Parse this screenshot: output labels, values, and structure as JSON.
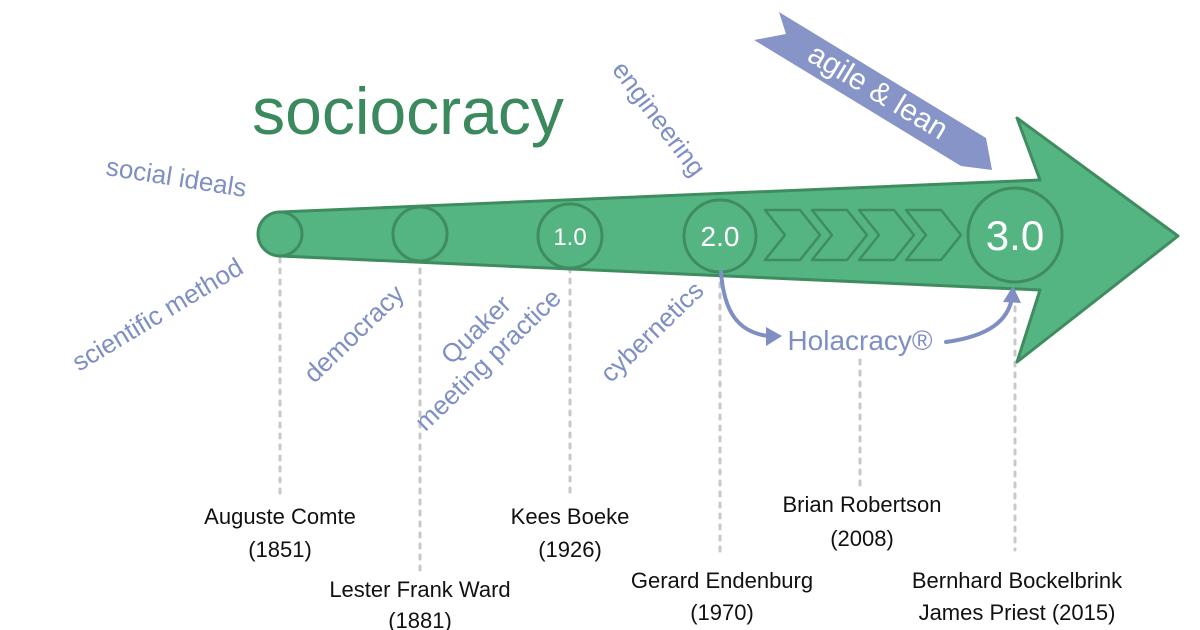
{
  "title": "sociocracy",
  "influences": {
    "social_ideals": "social ideals",
    "scientific_method": "scientific method",
    "democracy": "democracy",
    "quaker_line1": "Quaker",
    "quaker_line2": "meeting practice",
    "engineering": "engineering",
    "cybernetics": "cybernetics",
    "agile_lean": "agile & lean"
  },
  "versions": {
    "v1": "1.0",
    "v2": "2.0",
    "v3": "3.0"
  },
  "holacracy": "Holacracy®",
  "people": {
    "comte_name": "Auguste Comte",
    "comte_year": "(1851)",
    "ward_name": "Lester Frank Ward",
    "ward_year": "(1881)",
    "boeke_name": "Kees Boeke",
    "boeke_year": "(1926)",
    "endenburg_name": "Gerard Endenburg",
    "endenburg_year": "(1970)",
    "robertson_name": "Brian Robertson",
    "robertson_year": "(2008)",
    "s3_line1": "Bernhard Bockelbrink",
    "s3_line2": "James Priest (2015)"
  },
  "colors": {
    "arrow_fill": "#55b582",
    "arrow_stroke": "#3f8c5f",
    "title": "#3b8a5e",
    "accent_purple": "#7f8fc4",
    "banner_fill": "#8794c8",
    "dotted_line": "#c8c8c8"
  }
}
